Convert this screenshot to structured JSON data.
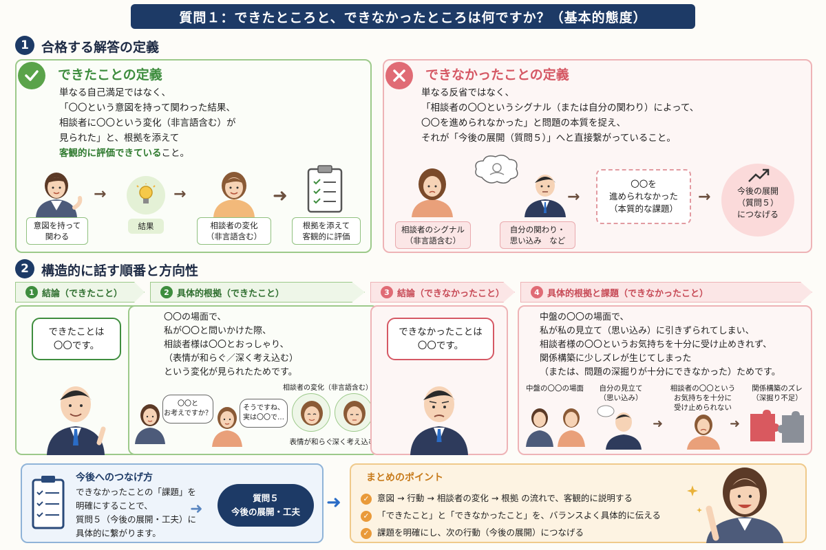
{
  "title": "質問１：できたところと、できなかったところは何ですか？（基本的態度）",
  "section1": {
    "num": "1",
    "title": "合格する解答の定義",
    "success": {
      "heading": "できたことの定義",
      "lines": [
        "単なる自己満足ではなく、",
        "「〇〇という意図を持って関わった結果、",
        "相談者に〇〇という変化（非言語含む）が",
        "見られた」と、根拠を添えて"
      ],
      "highlight": "客観的に評価できている",
      "tail": "こと。",
      "steps": [
        "意図を持って\n関わる",
        "結果",
        "相談者の変化\n（非言語含む）",
        "根拠を添えて\n客観的に評価"
      ]
    },
    "failure": {
      "heading": "できなかったことの定義",
      "lines": [
        "単なる反省ではなく、",
        "「相談者の〇〇というシグナル（または自分の関わり）によって、",
        "〇〇を進められなかった」と問題の本質を捉え、",
        "それが「今後の展開（質問５）」へと直接繋がっていること。"
      ],
      "label_signal": "相談者のシグナル\n（非言語含む）",
      "label_self": "自分の関わり・\n思い込み　など",
      "dashed_box": "〇〇を\n進められなかった\n（本質的な課題）",
      "circle": "今後の展開\n（質問５）\nにつなげる"
    }
  },
  "section2": {
    "num": "2",
    "title": "構造的に話す順番と方向性",
    "step1": {
      "num": "1",
      "label": "結論（できたこと）",
      "bubble": "できたことは\n〇〇です。"
    },
    "step2": {
      "num": "2",
      "label": "具体的根拠（できたこと）",
      "text": [
        "〇〇の場面で、",
        "私が〇〇と問いかけた際、",
        "相談者様は〇〇とおっしゃり、",
        "（表情が和らぐ／深く考え込む）",
        "という変化が見られたためです。"
      ],
      "bubble_a": "〇〇と\nお考えですか？",
      "bubble_b": "そうですね、\n実は〇〇で…",
      "change_caption": "相談者の変化（非言語含む）",
      "face1": "表情が和らぐ",
      "face2": "深く考え込む"
    },
    "step3": {
      "num": "3",
      "label": "結論（できなかったこと）",
      "bubble": "できなかったことは\n〇〇です。"
    },
    "step4": {
      "num": "4",
      "label": "具体的根拠と課題（できなかったこと）",
      "text": [
        "中盤の〇〇の場面で、",
        "私が私の見立て（思い込み）に引きずられてしまい、",
        "相談者様の〇〇というお気持ちを十分に受け止めきれず、",
        "関係構築に少しズレが生じてしまった",
        "（または、問題の深掘りが十分にできなかった）ためです。"
      ],
      "cap1": "中盤の〇〇の場面",
      "cap2": "自分の見立て\n（思い込み）",
      "cap3": "相談者の〇〇という\nお気持ちを十分に\n受け止められない",
      "cap4": "関係構築のズレ\n（深掘り不足）"
    }
  },
  "connect": {
    "title": "今後へのつなげ方",
    "text": [
      "できなかったことの「課題」を",
      "明確にすることで、",
      "質問５（今後の展開・工夫）に",
      "具体的に繋がります。"
    ],
    "oval": "質問５\n今後の展開・工夫"
  },
  "summary": {
    "title": "まとめのポイント",
    "points": [
      "意図 → 行動 → 相談者の変化 → 根拠 の流れで、客観的に説明する",
      "「できたこと」と「できなかったこと」を、バランスよく具体的に伝える",
      "課題を明確にし、次の行動（今後の展開）につなげる"
    ]
  },
  "colors": {
    "navy": "#1d3a66",
    "green": "#3e8d3e",
    "red": "#d55864",
    "orange": "#e99a3a",
    "blue": "#2a5a9a"
  },
  "icons": [
    "check-icon",
    "cross-icon",
    "lightbulb-icon",
    "clipboard-icon",
    "trend-up-icon",
    "puzzle-icon",
    "thought-cloud-icon"
  ]
}
